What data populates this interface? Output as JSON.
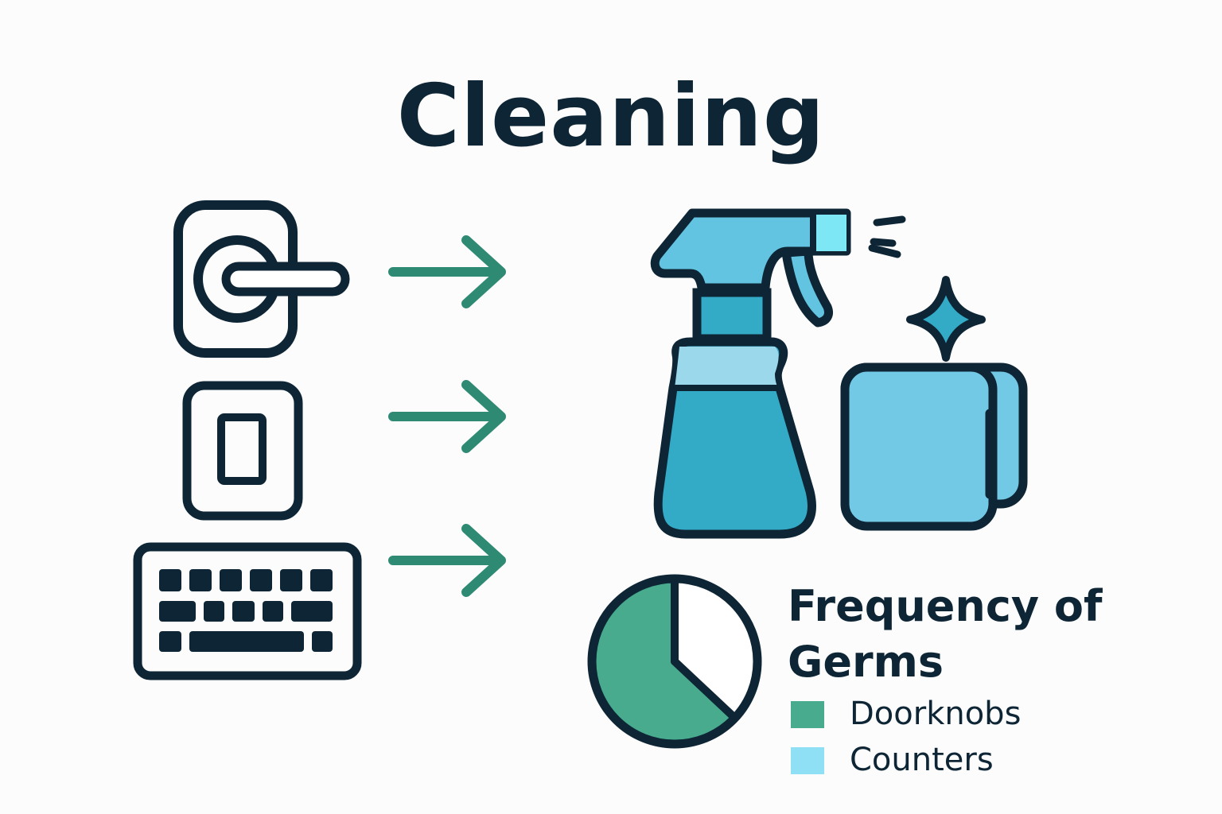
{
  "title": "Cleaning",
  "icons": {
    "surfaces": [
      "door-handle-icon",
      "light-switch-icon",
      "keyboard-icon"
    ],
    "cleaning": [
      "spray-bottle-icon",
      "cleaning-cloth-icon",
      "sparkle-icon"
    ]
  },
  "colors": {
    "outline": "#0d2535",
    "arrow": "#2f8a73",
    "bottle_light": "#62c4e0",
    "bottle_dark": "#33abc6",
    "cloth": "#72c9e5",
    "doorknobs": "#48ab8d",
    "counters": "#8fe0f5"
  },
  "chart_data": {
    "type": "pie",
    "title": "Frequency of Germs",
    "slices": [
      {
        "label": "Doorknobs",
        "value": 63,
        "color": "#48ab8d"
      },
      {
        "label": "Counters",
        "value": 37,
        "color": "#ffffff"
      }
    ],
    "legend": [
      {
        "label": "Doorknobs",
        "color": "#48ab8d"
      },
      {
        "label": "Counters",
        "color": "#8fe0f5"
      }
    ],
    "legend_position": "right"
  }
}
